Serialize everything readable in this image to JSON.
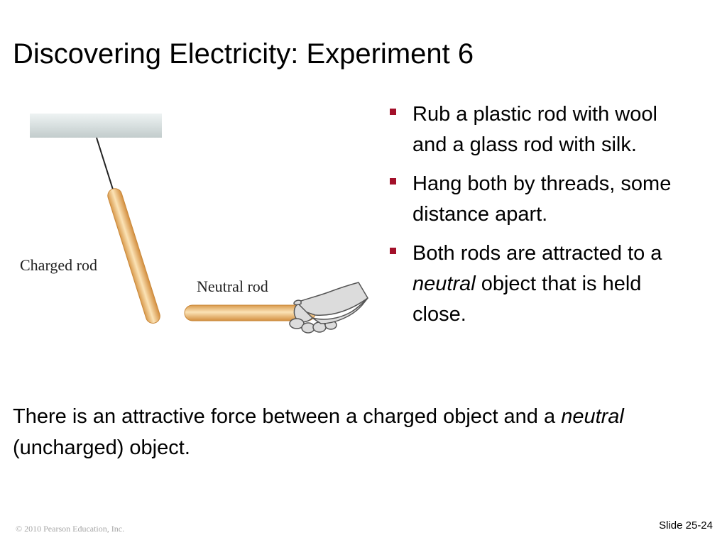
{
  "slide": {
    "title": "Discovering Electricity: Experiment 6",
    "bullets": [
      {
        "parts": [
          {
            "text": "Rub a plastic rod with wool and a glass rod with silk.",
            "italic": false
          }
        ]
      },
      {
        "parts": [
          {
            "text": "Hang both by threads, some distance apart.",
            "italic": false
          }
        ]
      },
      {
        "parts": [
          {
            "text": "Both rods are attracted to a ",
            "italic": false
          },
          {
            "text": "neutral",
            "italic": true
          },
          {
            "text": " object that is held close.",
            "italic": false
          }
        ]
      }
    ],
    "summary": {
      "before": "There is an attractive force between a charged object and a ",
      "emphasis": "neutral",
      "after": " (uncharged) object."
    }
  },
  "figure": {
    "charged_rod_label": "Charged rod",
    "neutral_rod_label": "Neutral rod",
    "colors": {
      "rod_fill": "#f2cc8f",
      "rod_edge": "#c9883a",
      "support": "#c9d3d3",
      "thread": "#222222",
      "hand_fill": "#dcdcdc",
      "hand_edge": "#555555"
    }
  },
  "footer": {
    "copyright": "© 2010 Pearson Education, Inc.",
    "slide_number": "Slide 25-24"
  },
  "colors": {
    "bullet_marker": "#a3102a"
  }
}
